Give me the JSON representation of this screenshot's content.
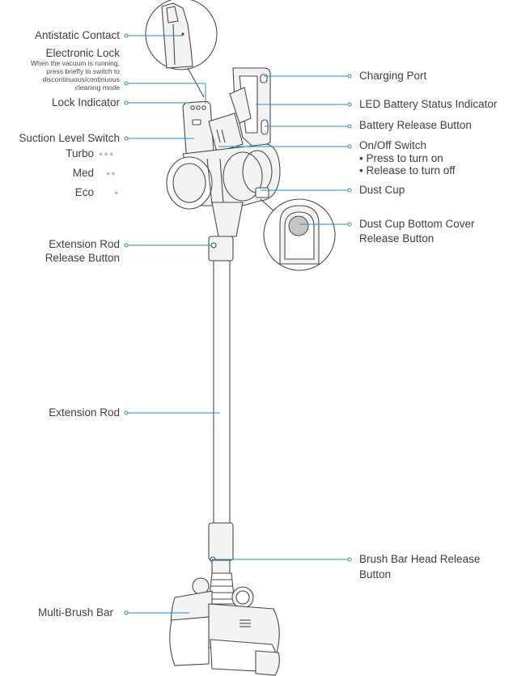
{
  "colors": {
    "accent": "#2a8fbd",
    "line": "#4a4a4a",
    "text": "#3f3f3f",
    "fill": "#f3f3f3",
    "indicator": "#bdbdbd"
  },
  "left_labels": {
    "antistatic_contact": "Antistatic Contact",
    "electronic_lock": "Electronic Lock",
    "electronic_lock_note_1": "When the vacuum is running,",
    "electronic_lock_note_2": "press briefly to switch to",
    "electronic_lock_note_3": "discontinuous/continuous",
    "electronic_lock_note_4": "cleaning mode",
    "lock_indicator": "Lock Indicator",
    "suction_level_switch": "Suction Level Switch",
    "turbo": "Turbo",
    "med": "Med",
    "eco": "Eco",
    "turbo_dots": "●●●",
    "med_dots": "●●",
    "eco_dots": "●",
    "extension_rod_release_1": "Extension Rod",
    "extension_rod_release_2": "Release Button",
    "extension_rod": "Extension Rod",
    "multi_brush_bar": "Multi-Brush Bar"
  },
  "right_labels": {
    "charging_port": "Charging Port",
    "led_battery_status": "LED Battery Status Indicator",
    "battery_release": "Battery Release Button",
    "on_off_switch": "On/Off Switch",
    "press_on": "• Press to turn on",
    "release_off": "• Release to turn off",
    "dust_cup": "Dust Cup",
    "dust_cup_bottom_1": "Dust Cup Bottom Cover",
    "dust_cup_bottom_2": "Release Button",
    "brush_head_release_1": "Brush Bar Head Release",
    "brush_head_release_2": "Button"
  }
}
